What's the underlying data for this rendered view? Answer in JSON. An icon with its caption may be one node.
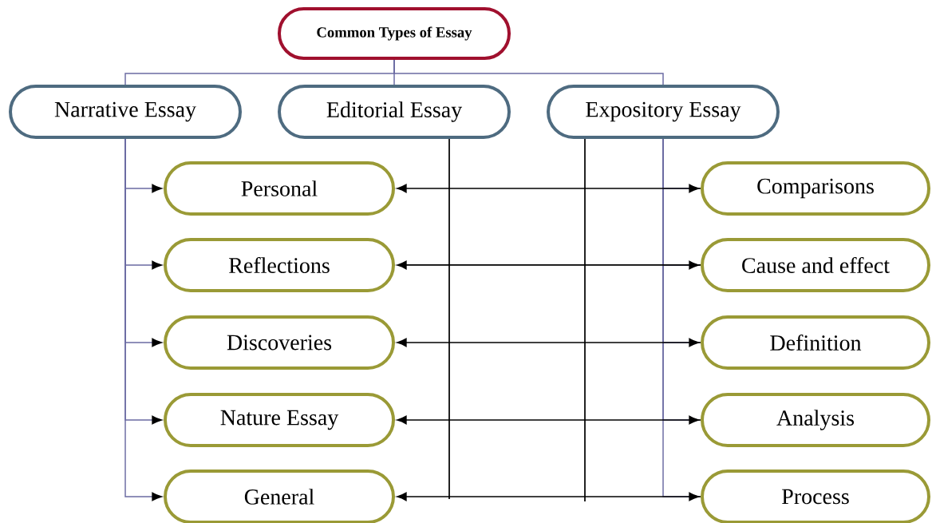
{
  "diagram": {
    "nodes": [
      {
        "text": [
          "Common Types of Essay"
        ]
      },
      {
        "text": [
          "Narrative Essay"
        ]
      },
      {
        "text": [
          "Editorial Essay"
        ]
      },
      {
        "text": [
          "Expository Essay"
        ]
      },
      {
        "text": [
          "Personal"
        ]
      },
      {
        "text": [
          "Reflections"
        ]
      },
      {
        "text": [
          "Discoveries"
        ]
      },
      {
        "text": [
          "Nature Essay"
        ]
      },
      {
        "text": [
          "General"
        ]
      },
      {
        "text": [
          "Comparisons"
        ]
      },
      {
        "text": [
          "Cause and effect"
        ]
      },
      {
        "text": [
          "Definition"
        ]
      },
      {
        "text": [
          "Analysis"
        ]
      },
      {
        "text": [
          "Process"
        ]
      }
    ],
    "edges": [
      {
        "from": 0,
        "to": 1,
        "arrow": "none"
      },
      {
        "from": 0,
        "to": 2,
        "arrow": "none"
      },
      {
        "from": 0,
        "to": 3,
        "arrow": "none"
      },
      {
        "from": 1,
        "to": 4,
        "arrow": "to"
      },
      {
        "from": 1,
        "to": 5,
        "arrow": "to"
      },
      {
        "from": 1,
        "to": 6,
        "arrow": "to"
      },
      {
        "from": 1,
        "to": 7,
        "arrow": "to"
      },
      {
        "from": 1,
        "to": 8,
        "arrow": "to"
      },
      {
        "from": 3,
        "to": 9,
        "arrow": "to"
      },
      {
        "from": 3,
        "to": 10,
        "arrow": "to"
      },
      {
        "from": 3,
        "to": 11,
        "arrow": "to"
      },
      {
        "from": 3,
        "to": 12,
        "arrow": "to"
      },
      {
        "from": 3,
        "to": 13,
        "arrow": "to"
      },
      {
        "from": 9,
        "to": 4,
        "arrow": "to",
        "color": "#000000"
      },
      {
        "from": 10,
        "to": 5,
        "arrow": "to",
        "color": "#000000"
      },
      {
        "from": 11,
        "to": 6,
        "arrow": "to",
        "color": "#000000"
      },
      {
        "from": 12,
        "to": 7,
        "arrow": "to",
        "color": "#000000"
      },
      {
        "from": 13,
        "to": 8,
        "arrow": "to",
        "color": "#000000"
      },
      {
        "from": 2,
        "to": null,
        "arrow": "none",
        "color": "#000000"
      },
      {
        "from": 3,
        "to": null,
        "arrow": "none",
        "color": "#000000"
      }
    ]
  }
}
